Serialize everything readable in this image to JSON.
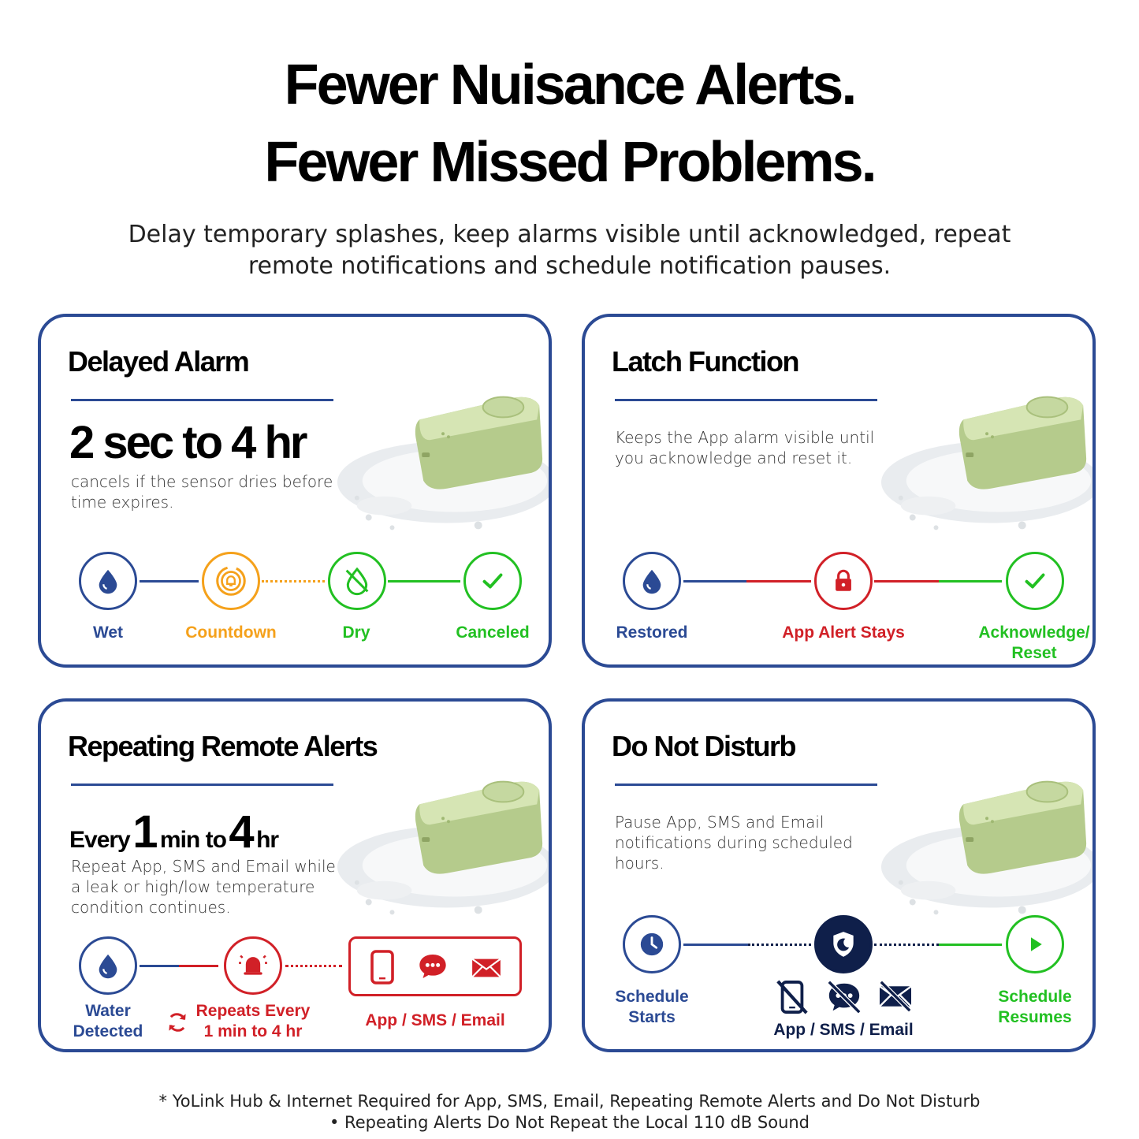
{
  "header": {
    "title_line1": "Fewer Nuisance Alerts.",
    "title_line2": "Fewer Missed Problems.",
    "subtitle_line1": "Delay temporary splashes, keep alarms visible until acknowledged, repeat",
    "subtitle_line2": "remote notifications and schedule notification pauses."
  },
  "colors": {
    "accent_blue": "#2b4a94",
    "orange": "#f5a11b",
    "green": "#22c022",
    "red": "#d12027",
    "navy": "#0f1f4a"
  },
  "cards": {
    "delayed": {
      "title": "Delayed Alarm",
      "stat": "2 sec to 4 hr",
      "desc_line1": "cancels if the sensor dries before",
      "desc_line2": "time expires.",
      "steps": [
        {
          "label": "Wet",
          "icon": "water-drop-icon"
        },
        {
          "label": "Countdown",
          "icon": "countdown-bell-icon"
        },
        {
          "label": "Dry",
          "icon": "no-water-drop-icon"
        },
        {
          "label": "Canceled",
          "icon": "check-icon"
        }
      ]
    },
    "latch": {
      "title": "Latch Function",
      "desc_line1": "Keeps the App alarm visible until",
      "desc_line2": "you acknowledge and reset it.",
      "steps": [
        {
          "label": "Restored",
          "icon": "water-drop-icon"
        },
        {
          "label": "App Alert Stays",
          "icon": "lock-icon"
        },
        {
          "label_line1": "Acknowledge/",
          "label_line2": "Reset",
          "icon": "check-icon"
        }
      ]
    },
    "repeating": {
      "title": "Repeating Remote Alerts",
      "stat_every": "Every",
      "stat_min_value": "1",
      "stat_min_unit": "min to",
      "stat_max_value": "4",
      "stat_max_unit": "hr",
      "desc_line1": "Repeat App, SMS and Email while",
      "desc_line2": "a leak or high/low temperature",
      "desc_line3": "condition continues.",
      "steps": [
        {
          "label_line1": "Water",
          "label_line2": "Detected",
          "icon": "water-drop-icon"
        },
        {
          "label_line1": "Repeats Every",
          "label_line2": "1 min to 4 hr",
          "icon": "alarm-bell-icon"
        },
        {
          "label": "App / SMS / Email",
          "icons": [
            "phone-icon",
            "chat-icon",
            "email-icon"
          ]
        }
      ]
    },
    "dnd": {
      "title": "Do Not Disturb",
      "desc_line1": "Pause App, SMS and Email",
      "desc_line2": "notifications during scheduled",
      "desc_line3": "hours.",
      "steps": [
        {
          "label_line1": "Schedule",
          "label_line2": "Starts",
          "icon": "clock-icon"
        },
        {
          "label": "App / SMS / Email",
          "icon": "shield-moon-icon",
          "icons": [
            "phone-off-icon",
            "chat-off-icon",
            "email-off-icon"
          ]
        },
        {
          "label_line1": "Schedule",
          "label_line2": "Resumes",
          "icon": "play-icon"
        }
      ]
    }
  },
  "footnote": {
    "line1": "*  YoLink Hub & Internet Required for App, SMS, Email, Repeating Remote Alerts and Do Not Disturb",
    "line2": "• Repeating Alerts Do Not Repeat the Local 110 dB Sound"
  }
}
